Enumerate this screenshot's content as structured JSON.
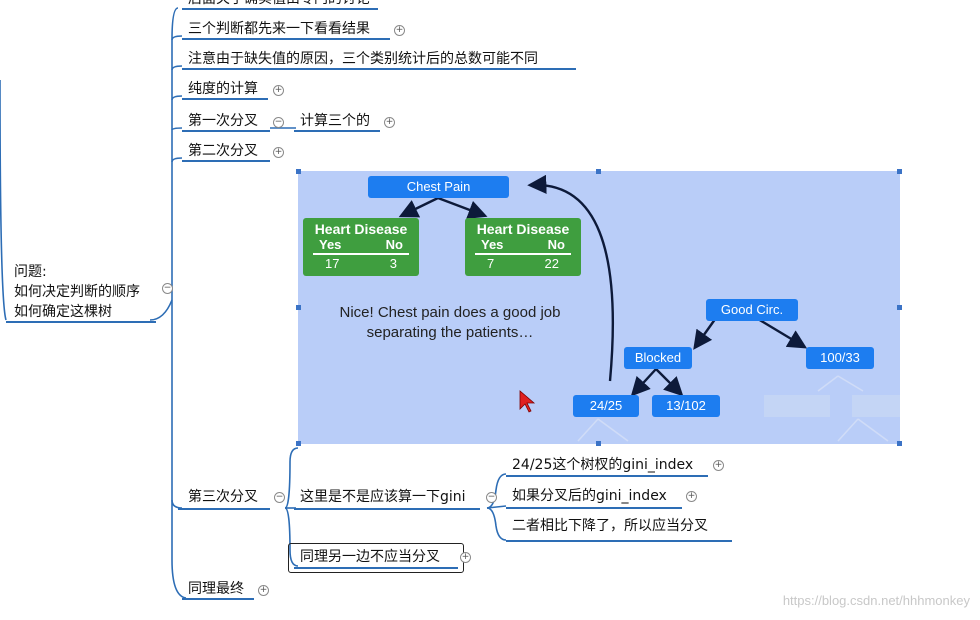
{
  "mindmap": {
    "root": {
      "line1": "问题:",
      "line2": "如何决定判断的顺序",
      "line3": "如何确定这棵树"
    },
    "top_partial": "后面关于确实值由专门的讨论",
    "nodes": {
      "n1": "三个判断都先来一下看看结果",
      "n2": "注意由于缺失值的原因，三个类别统计后的总数可能不同",
      "n3": "纯度的计算",
      "n4": "第一次分叉",
      "n4_child": "计算三个的",
      "n5": "第二次分叉",
      "n6": "第三次分叉",
      "n6_child": "这里是不是应该算一下gini",
      "n6_grand1": "24/25这个树杈的gini_index",
      "n6_grand2": "如果分叉后的gini_index",
      "n6_grand3": "二者相比下降了，所以应当分叉",
      "n6_child2": "同理另一边不应当分叉",
      "n7": "同理最终"
    }
  },
  "figure": {
    "chest_pain": "Chest Pain",
    "hd_title": "Heart Disease",
    "yes": "Yes",
    "no": "No",
    "left_yes": "17",
    "left_no": "3",
    "right_yes": "7",
    "right_no": "22",
    "caption": "Nice! Chest pain does a good job separating the patients…",
    "good_circ": "Good Circ.",
    "blocked": "Blocked",
    "r100_33": "100/33",
    "b24_25": "24/25",
    "b13_102": "13/102"
  },
  "watermark": "https://blog.csdn.net/hhhmonkey",
  "colors": {
    "branch": "#2d6db5",
    "panel_bg": "#b9cdf8",
    "node_blue": "#1d7df0",
    "node_green": "#3f9e3f",
    "arrow": "#0d1a3a"
  }
}
